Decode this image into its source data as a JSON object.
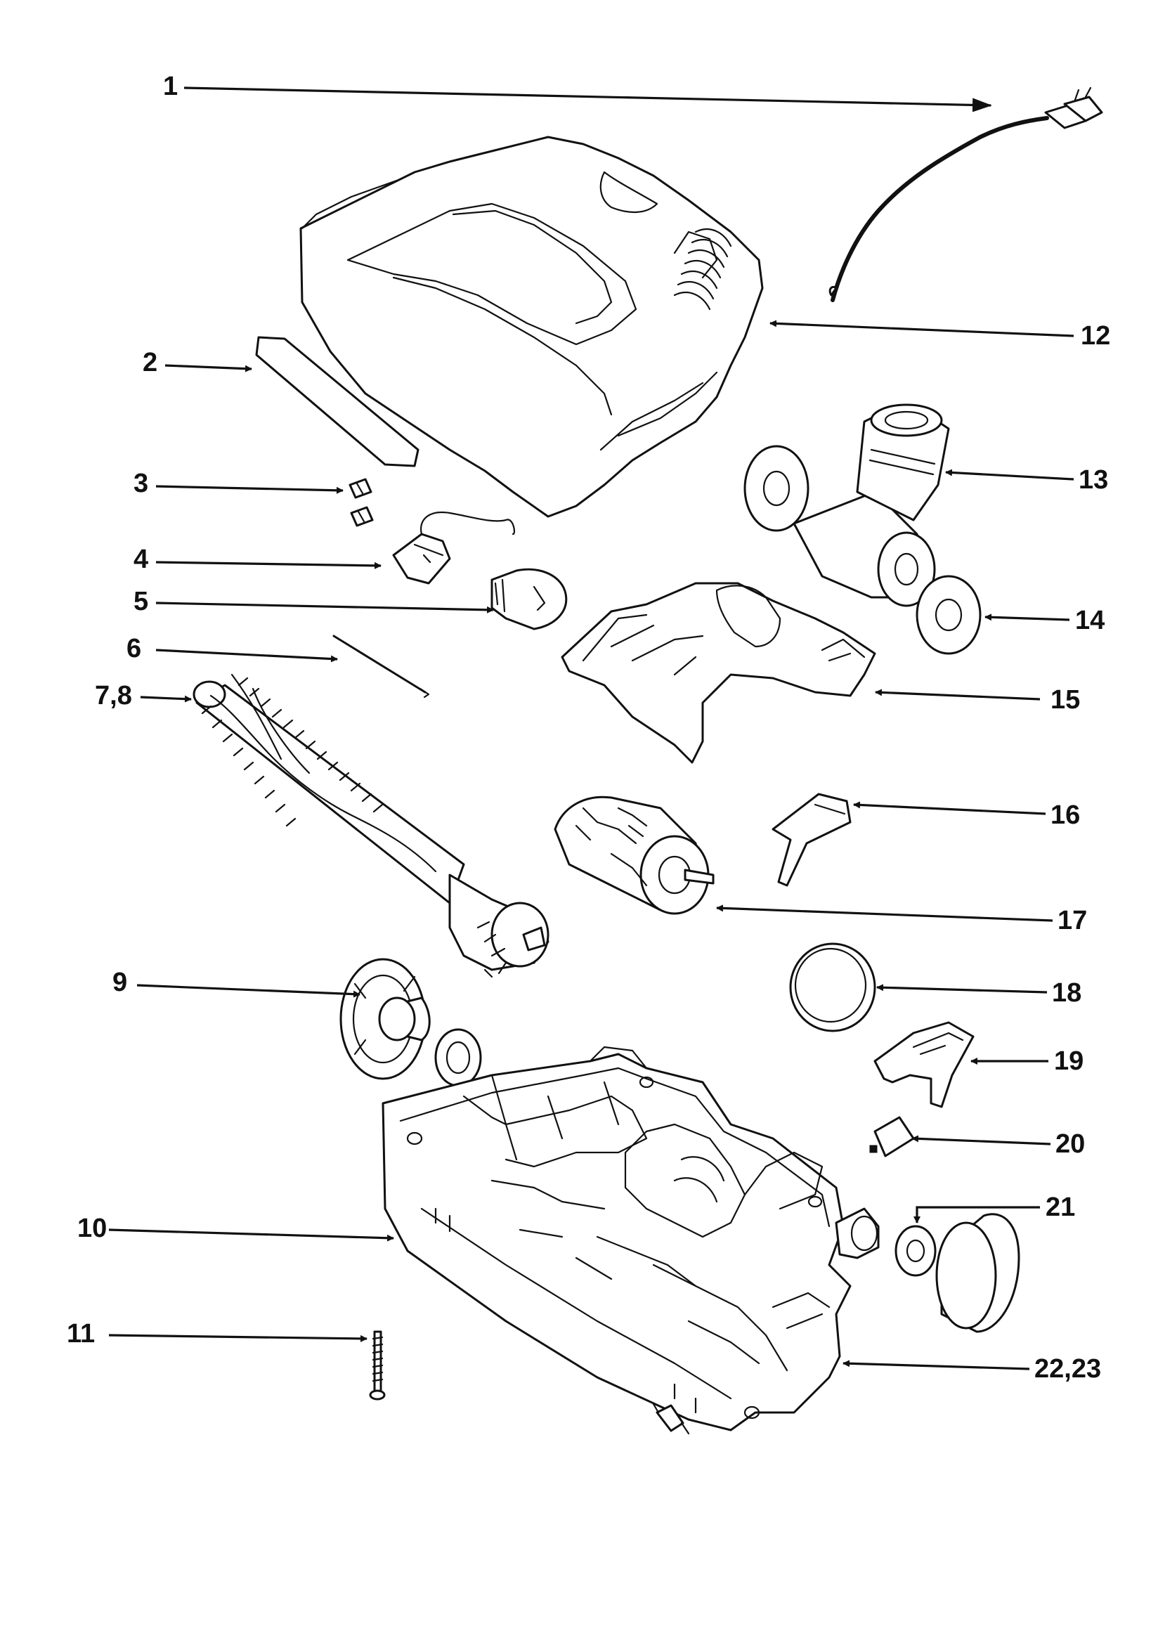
{
  "diagram": {
    "kind": "exploded-parts-view",
    "callouts": [
      {
        "id": "c1",
        "label": "1",
        "part": "power-cord"
      },
      {
        "id": "c2",
        "label": "2",
        "part": "hood-lens"
      },
      {
        "id": "c3",
        "label": "3",
        "part": "wire-connectors"
      },
      {
        "id": "c4",
        "label": "4",
        "part": "light-socket"
      },
      {
        "id": "c5",
        "label": "5",
        "part": "light-bulb"
      },
      {
        "id": "c6",
        "label": "6",
        "part": "wire-spring"
      },
      {
        "id": "c7",
        "label": "7,8",
        "part": "brush-roll"
      },
      {
        "id": "c9",
        "label": "9",
        "part": "wheel"
      },
      {
        "id": "c10",
        "label": "10",
        "part": "axle-pin"
      },
      {
        "id": "c11",
        "label": "11",
        "part": "screw"
      },
      {
        "id": "c12",
        "label": "12",
        "part": "hood"
      },
      {
        "id": "c13",
        "label": "13",
        "part": "fan-housing"
      },
      {
        "id": "c14",
        "label": "14",
        "part": "gasket"
      },
      {
        "id": "c15",
        "label": "15",
        "part": "motor-cover"
      },
      {
        "id": "c16",
        "label": "16",
        "part": "motor-bracket"
      },
      {
        "id": "c17",
        "label": "17",
        "part": "motor"
      },
      {
        "id": "c18",
        "label": "18",
        "part": "belt"
      },
      {
        "id": "c19",
        "label": "19",
        "part": "pedal-latch"
      },
      {
        "id": "c20",
        "label": "20",
        "part": "latch-spring"
      },
      {
        "id": "c21",
        "label": "21",
        "part": "washer"
      },
      {
        "id": "c22",
        "label": "22,23",
        "part": "base-assembly"
      }
    ]
  }
}
